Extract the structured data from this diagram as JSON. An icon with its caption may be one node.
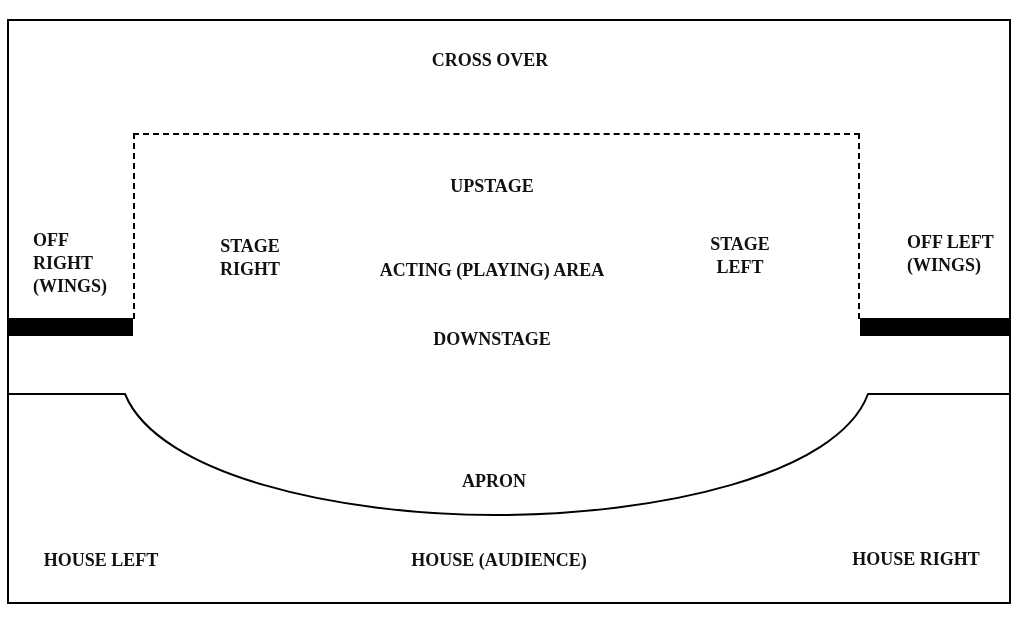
{
  "diagram": {
    "nodes": [
      {
        "text": [
          "UPSTAGE",
          "STAGE RIGHT",
          "ACTING (PLAYING) AREA",
          "STAGE LEFT",
          "DOWNSTAGE"
        ]
      },
      {
        "text": [
          "APRON"
        ]
      }
    ],
    "labels": [
      "CROSS OVER",
      "OFF RIGHT (WINGS)",
      "OFF LEFT (WINGS)",
      "HOUSE LEFT",
      "HOUSE (AUDIENCE)",
      "HOUSE RIGHT"
    ]
  }
}
